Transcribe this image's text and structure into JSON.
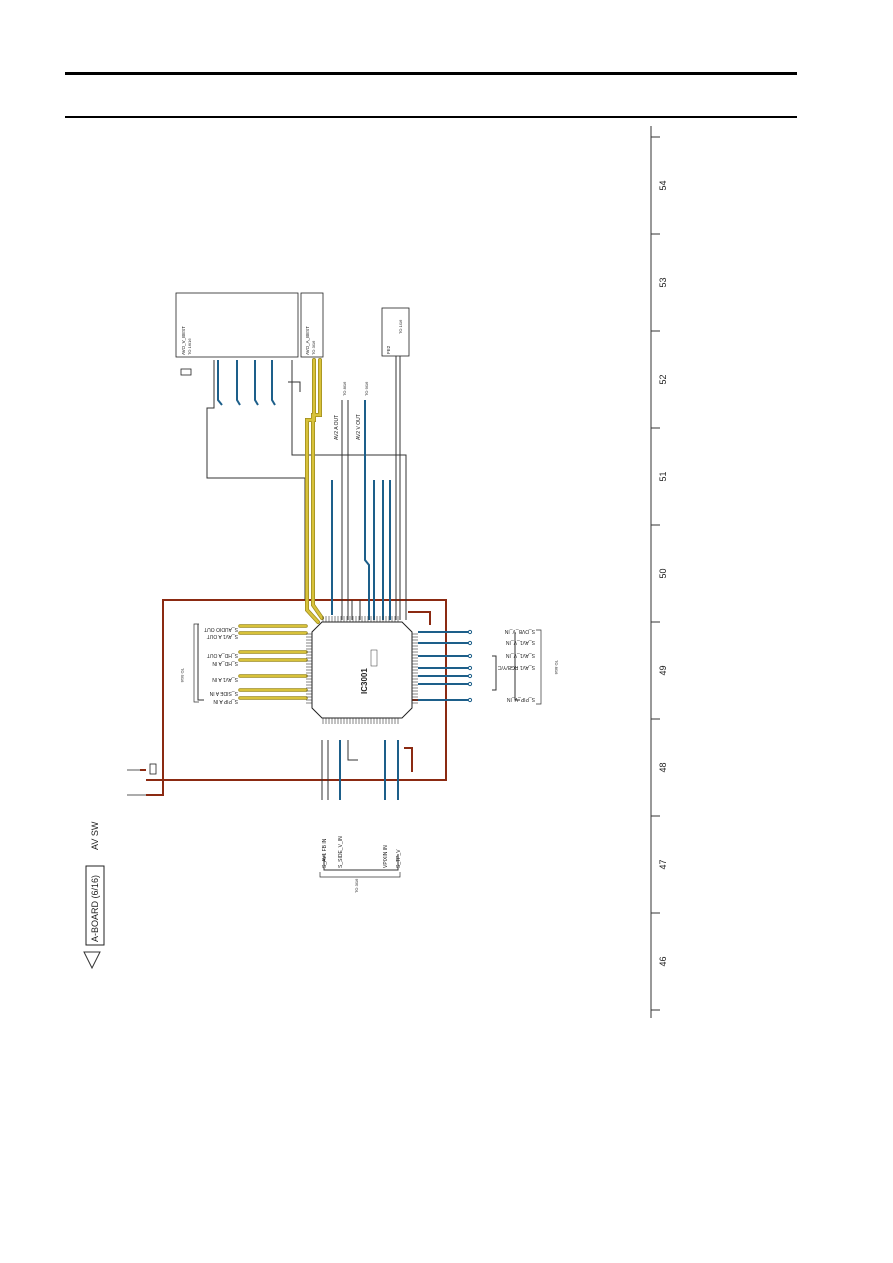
{
  "page": {
    "board_title": "A-BOARD (6/16)",
    "section_title": "AV SW",
    "warning_symbol": "warning-triangle"
  },
  "ruler": {
    "labels": [
      "54",
      "53",
      "52",
      "51",
      "50",
      "49",
      "48",
      "47",
      "46"
    ]
  },
  "ic": {
    "name": "IC3001"
  },
  "connectors": {
    "top_left": {
      "name": "AVO_V_BEST",
      "ref": "TO 16/16"
    },
    "top_mid": {
      "name": "AVO_A_BEST",
      "ref": "TO 3/16"
    },
    "top_right": {
      "name": "FE2",
      "ref": "TO 1/16"
    }
  },
  "left_signals": [
    "S_AUDIO OUT",
    "S_AV1 A OUT",
    "S_HD_A OUT",
    "S_HD_A IN",
    "S_AV1 A IN",
    "S_SIDE A IN",
    "S_PIP A IN"
  ],
  "left_group_ref": "TO 5/16",
  "right_signals": [
    "S_DVB_V_IN",
    "S_AV1_V_IN",
    "S_AV1_V_IN",
    "S_AV1 RGB/Y/C",
    "S_PIP_V_IN"
  ],
  "right_group_ref": "TO 8/16",
  "bottom_signals": [
    "S_AV1 FB IN",
    "S_SIDE_V_IN",
    "VPIXIN IN",
    "S_TP_V"
  ],
  "bottom_group_ref": "TO 3/16",
  "top_signals": [
    "AV2 A OUT",
    "AV2 V OUT"
  ],
  "top_signal_refs": [
    "TO 8/16",
    "TO 9/16"
  ],
  "colors": {
    "power": "#8b2a12",
    "video": "#1d5f8a",
    "audio": "#d8c23a",
    "audio_edge": "#9c8a1c",
    "line": "#333333"
  }
}
